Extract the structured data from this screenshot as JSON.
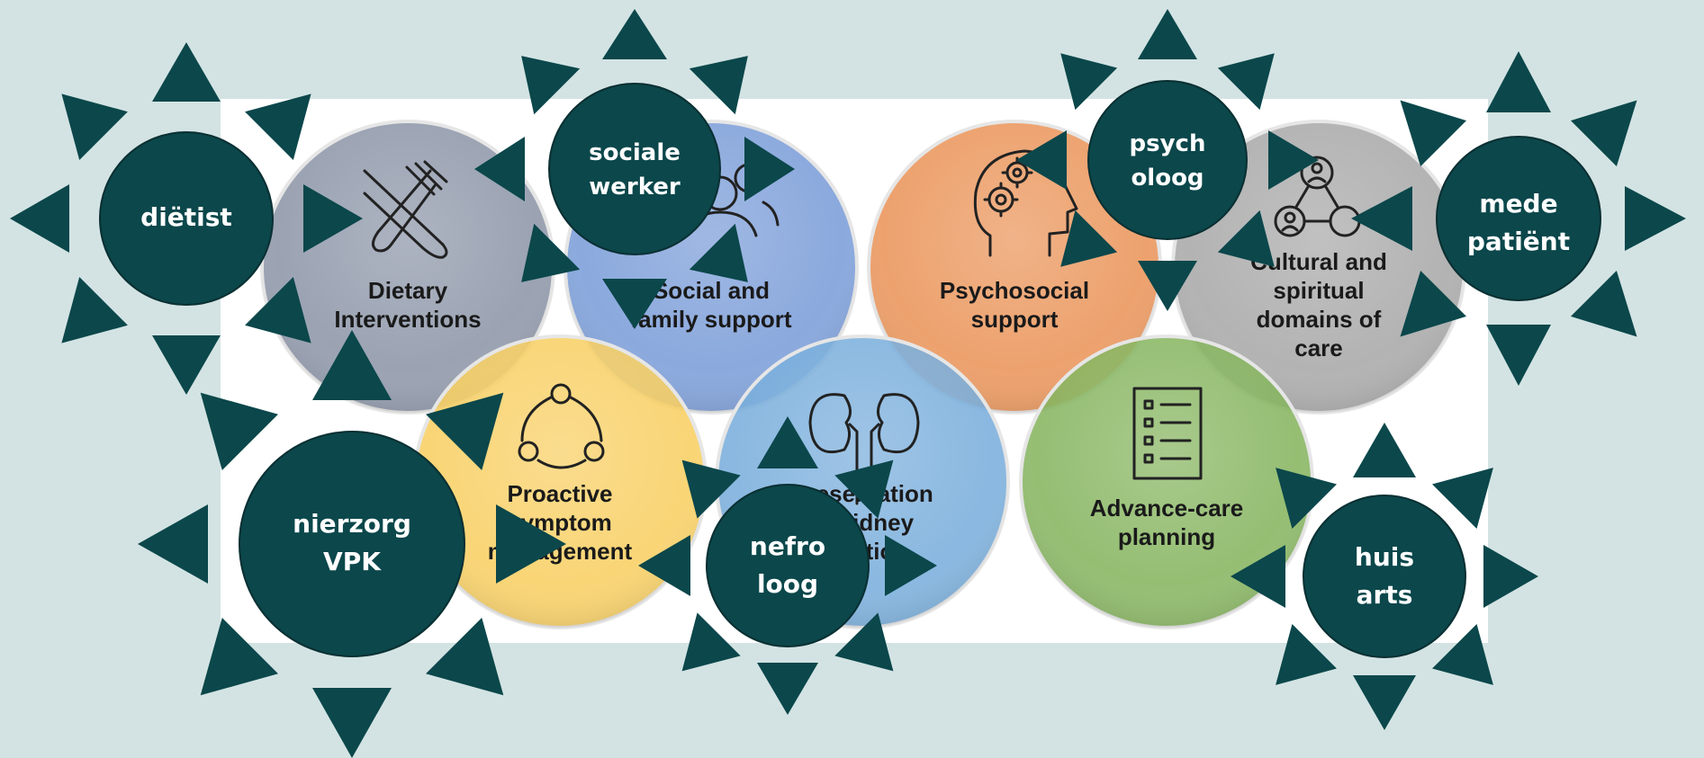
{
  "colors": {
    "background": "#d3e3e3",
    "sun": "#0b474b",
    "dietary": "#8d96a8",
    "social": "#7b9dd8",
    "psychosocial": "#eb955a",
    "cultural": "#a9a9a9",
    "symptom": "#f8cf63",
    "kidney": "#7aaedc",
    "advance": "#86b560",
    "icon_stroke": "#222222"
  },
  "domains": [
    {
      "id": "dietary",
      "lines": [
        "Dietary",
        "Interventions"
      ],
      "icon": "fork-knife-icon"
    },
    {
      "id": "social",
      "lines": [
        "Social and",
        "family support"
      ],
      "icon": "people-icon"
    },
    {
      "id": "psychosocial",
      "lines": [
        "Psychosocial",
        "support"
      ],
      "icon": "head-gears-icon"
    },
    {
      "id": "cultural",
      "lines": [
        "Cultural and",
        "spiritual",
        "domains of",
        "care"
      ],
      "icon": "network-people-icon"
    },
    {
      "id": "symptom",
      "lines": [
        "Proactive",
        "symptom",
        "management"
      ],
      "icon": "cycle-icon"
    },
    {
      "id": "kidney",
      "lines": [
        "Preservation",
        "of kidney",
        "function"
      ],
      "icon": "kidneys-icon"
    },
    {
      "id": "advance",
      "lines": [
        "Advance-care",
        "planning"
      ],
      "icon": "checklist-icon"
    }
  ],
  "roles": [
    {
      "id": "dietist",
      "lines": [
        "diëtist"
      ]
    },
    {
      "id": "sociale-werker",
      "lines": [
        "sociale",
        "werker"
      ]
    },
    {
      "id": "psycholoog",
      "lines": [
        "psych",
        "oloog"
      ]
    },
    {
      "id": "mede-patient",
      "lines": [
        "mede",
        "patiënt"
      ]
    },
    {
      "id": "nierzorg-vpk",
      "lines": [
        "nierzorg",
        "VPK"
      ]
    },
    {
      "id": "nefroloog",
      "lines": [
        "nefro",
        "loog"
      ]
    },
    {
      "id": "huisarts",
      "lines": [
        "huis",
        "arts"
      ]
    }
  ]
}
